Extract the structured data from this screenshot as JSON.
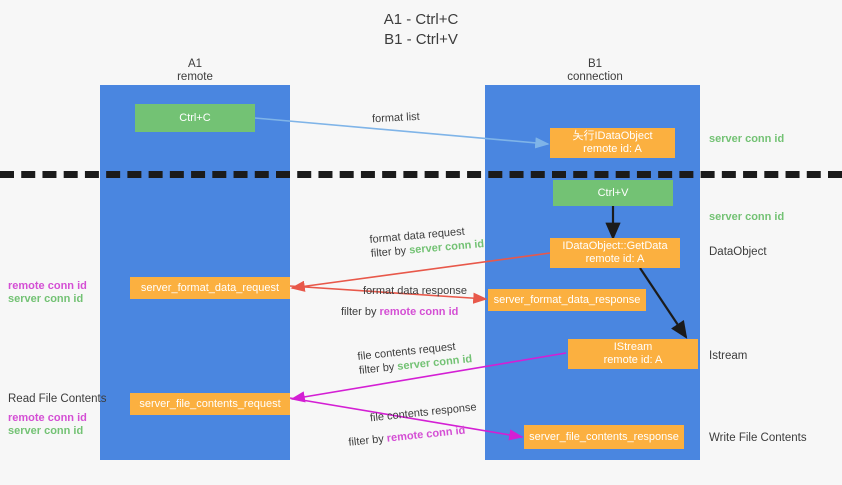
{
  "title": {
    "line1": "A1 - Ctrl+C",
    "line2": "B1 - Ctrl+V"
  },
  "columns": [
    {
      "name": "A1",
      "sub": "remote"
    },
    {
      "name": "B1",
      "sub": "connection"
    }
  ],
  "nodes": [
    {
      "id": "ctrl-c",
      "label": "Ctrl+C",
      "sub": "",
      "color": "green"
    },
    {
      "id": "idataobject",
      "label": "夨行IDataObject",
      "sub": "remote id: A",
      "color": "orange"
    },
    {
      "id": "ctrl-v",
      "label": "Ctrl+V",
      "sub": "",
      "color": "green"
    },
    {
      "id": "getdata",
      "label": "IDataObject::GetData",
      "sub": "remote id: A",
      "color": "orange"
    },
    {
      "id": "server-format-data-request",
      "label": "server_format_data_request",
      "sub": "",
      "color": "orange"
    },
    {
      "id": "server-format-data-response",
      "label": "server_format_data_response",
      "sub": "",
      "color": "orange"
    },
    {
      "id": "istream",
      "label": "IStream",
      "sub": "remote id: A",
      "color": "orange"
    },
    {
      "id": "server-file-contents-request",
      "label": "server_file_contents_request",
      "sub": "",
      "color": "orange"
    },
    {
      "id": "server-file-contents-response",
      "label": "server_file_contents_response",
      "sub": "",
      "color": "orange"
    }
  ],
  "right_labels": [
    {
      "id": "server-conn-id-1",
      "text": "server conn id",
      "color": "green"
    },
    {
      "id": "server-conn-id-2",
      "text": "server conn id",
      "color": "green"
    },
    {
      "id": "dataobject",
      "text": "DataObject",
      "color": "plain"
    },
    {
      "id": "istream-label",
      "text": "Istream",
      "color": "plain"
    },
    {
      "id": "write-file-contents",
      "text": "Write File Contents",
      "color": "plain"
    }
  ],
  "left_labels": [
    {
      "id": "remote-conn-id-1",
      "text": "remote conn id",
      "color": "magenta"
    },
    {
      "id": "server-conn-id-3",
      "text": "server conn id",
      "color": "green"
    },
    {
      "id": "read-file-contents",
      "text": "Read File Contents",
      "color": "plain"
    },
    {
      "id": "remote-conn-id-2",
      "text": "remote conn id",
      "color": "magenta"
    },
    {
      "id": "server-conn-id-4",
      "text": "server conn id",
      "color": "green"
    }
  ],
  "edges": [
    {
      "id": "format-list",
      "text": "format list",
      "filter_prefix": "",
      "filter_value": "",
      "color": "#7fb4e8"
    },
    {
      "id": "format-data-request",
      "text": "format data request",
      "filter_prefix": "filter by ",
      "filter_value": "server conn id",
      "color": "#e8584a"
    },
    {
      "id": "format-data-response",
      "text": "format data response",
      "filter_prefix": "filter by ",
      "filter_value": "remote conn id",
      "color": "#e8584a"
    },
    {
      "id": "file-contents-request",
      "text": "file contents request",
      "filter_prefix": "filter by ",
      "filter_value": "server conn id",
      "color": "#d41fd4"
    },
    {
      "id": "file-contents-response",
      "text": "file contents response",
      "filter_prefix": "filter by ",
      "filter_value": "remote conn id",
      "color": "#d41fd4"
    }
  ],
  "colors": {
    "lane": "#4a86e0",
    "orange": "#fbb040",
    "green": "#73c274",
    "magenta": "#d44fd4",
    "red_arrow": "#e8584a",
    "blue_arrow": "#7fb4e8",
    "background": "#f7f7f7"
  }
}
